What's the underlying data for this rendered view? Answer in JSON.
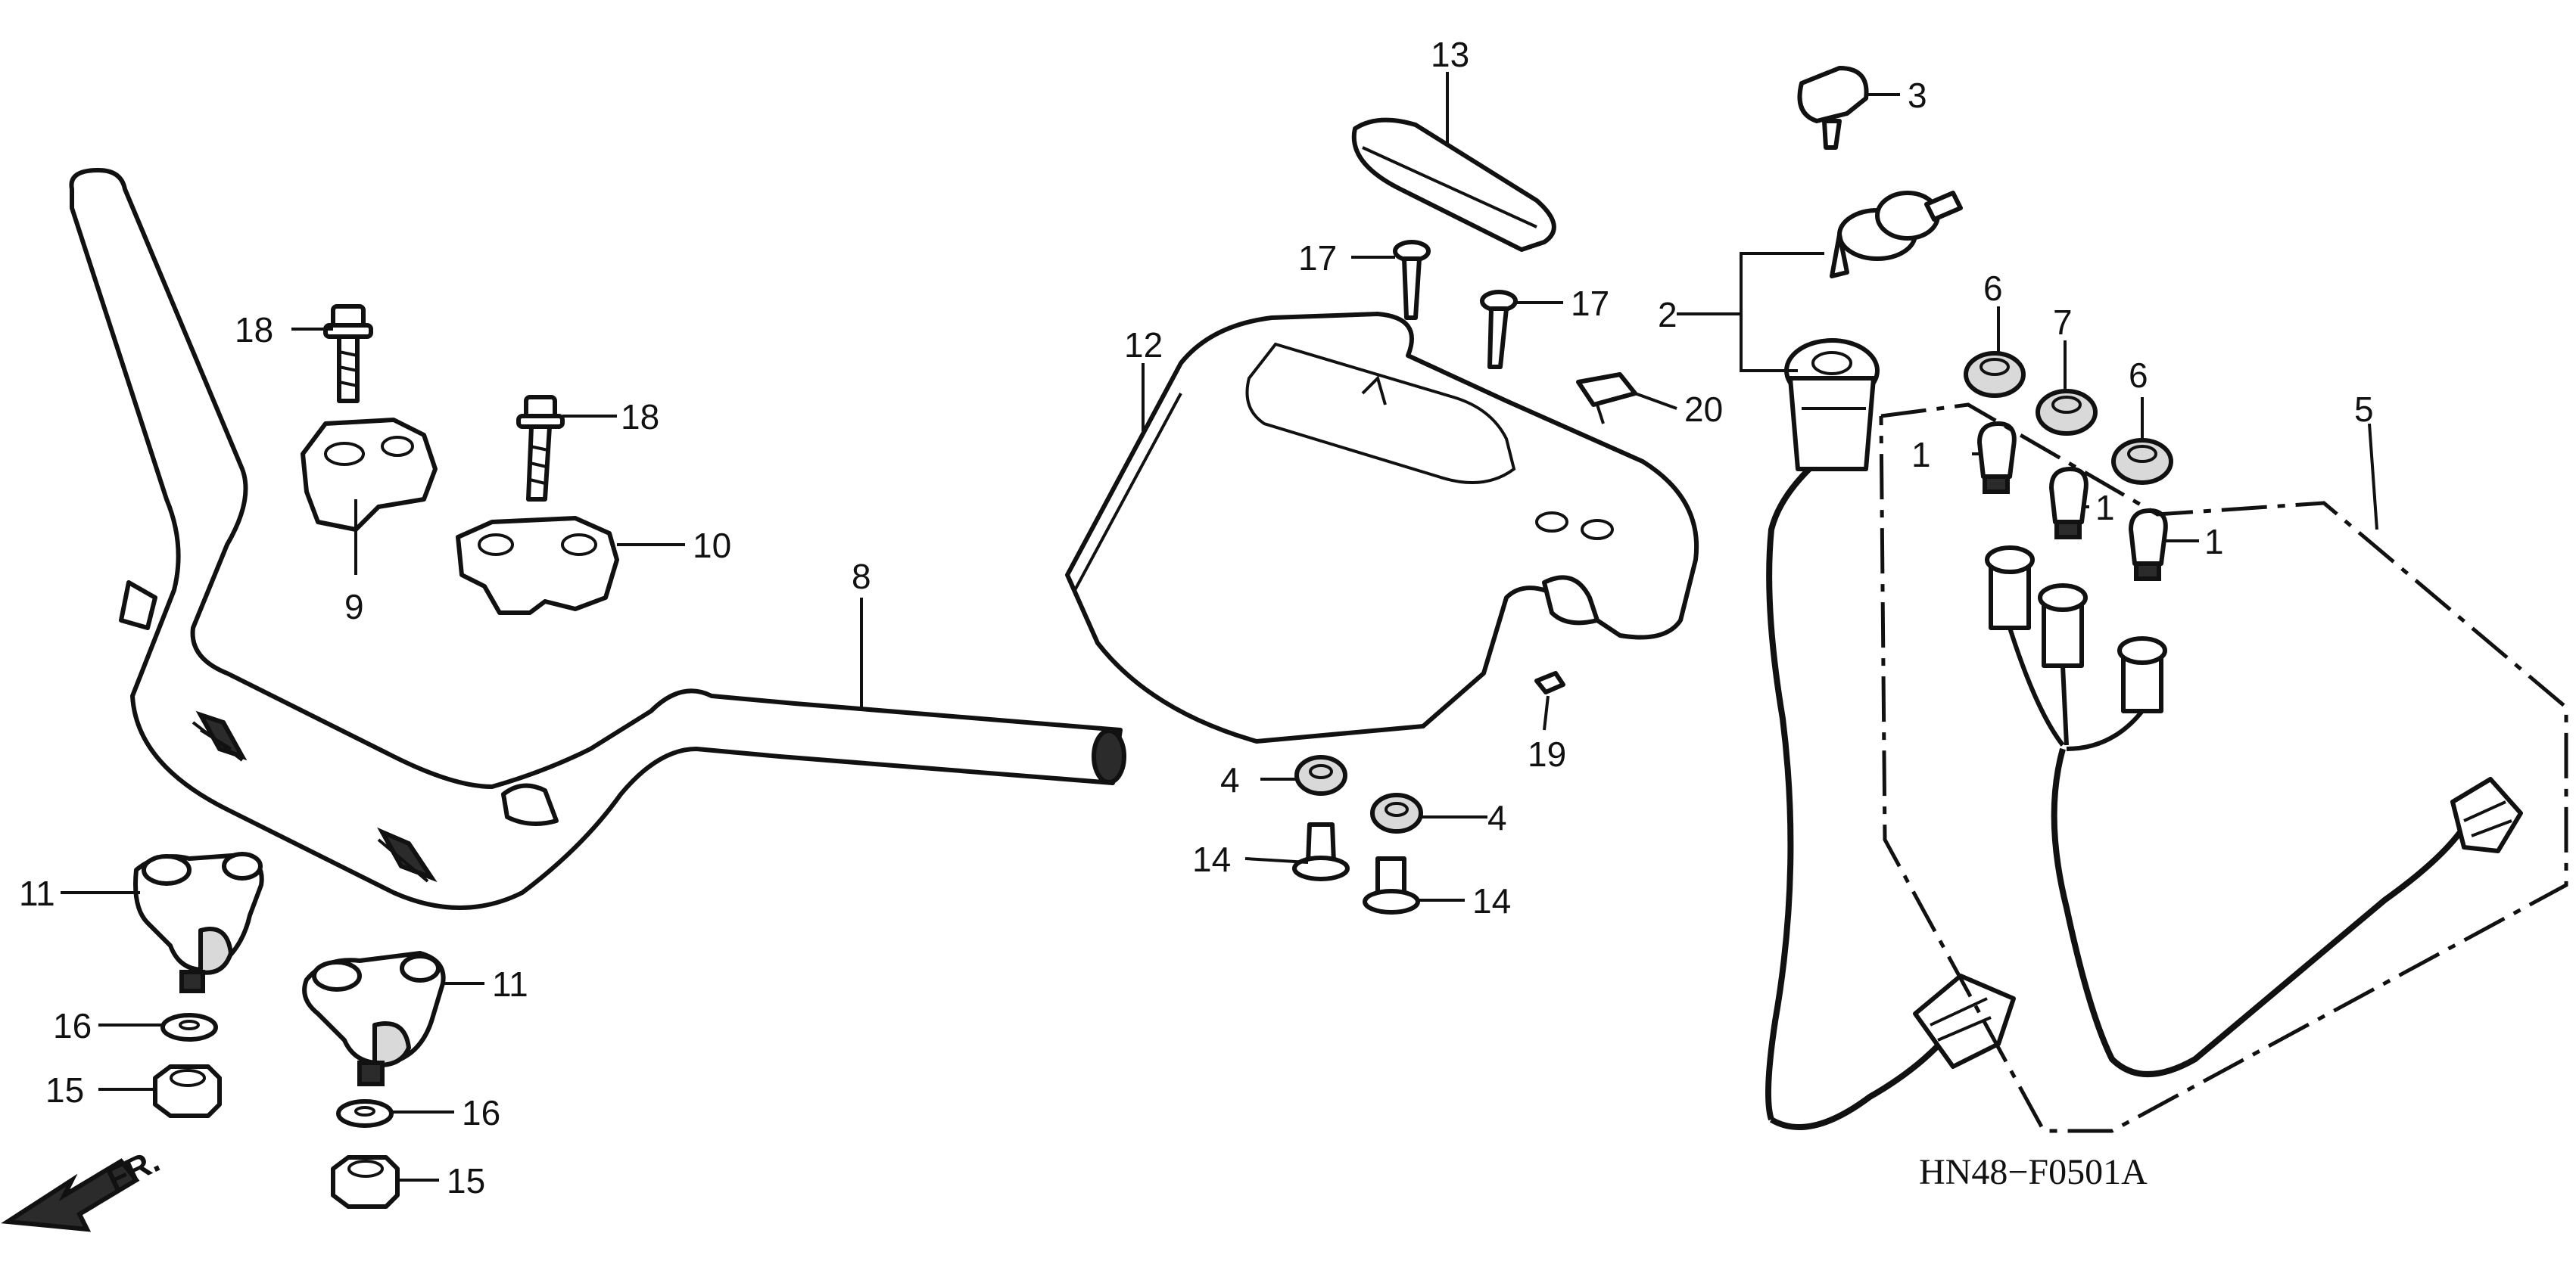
{
  "diagram_code": "HN48−F0501A",
  "direction_label": "FR.",
  "callouts": {
    "c1a": "1",
    "c1b": "1",
    "c1c": "1",
    "c2": "2",
    "c3": "3",
    "c4a": "4",
    "c4b": "4",
    "c5": "5",
    "c6a": "6",
    "c6b": "6",
    "c7": "7",
    "c8": "8",
    "c9": "9",
    "c10": "10",
    "c11a": "11",
    "c11b": "11",
    "c12": "12",
    "c13": "13",
    "c14a": "14",
    "c14b": "14",
    "c15a": "15",
    "c15b": "15",
    "c16a": "16",
    "c16b": "16",
    "c17a": "17",
    "c17b": "17",
    "c18a": "18",
    "c18b": "18",
    "c19": "19",
    "c20": "20"
  }
}
